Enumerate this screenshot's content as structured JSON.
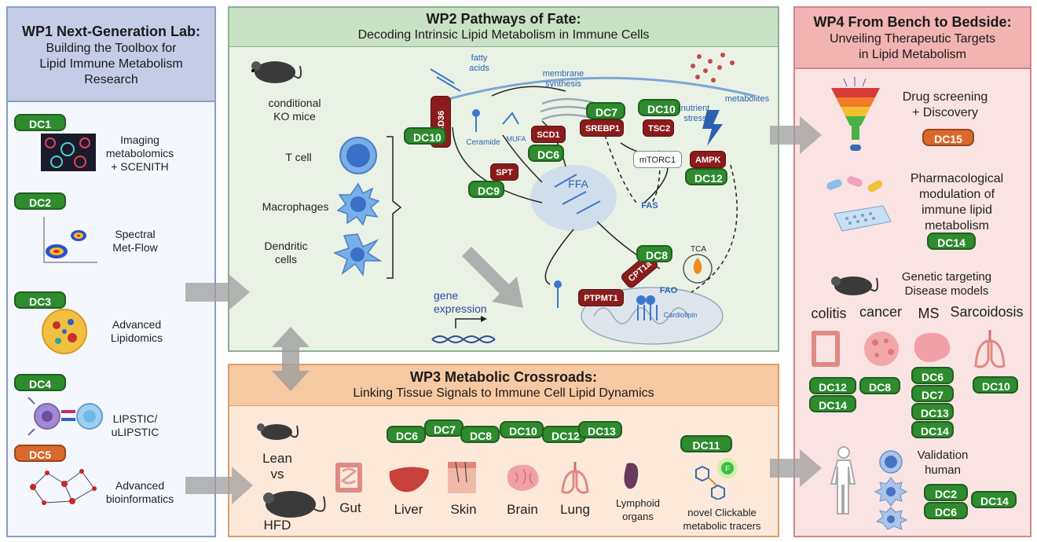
{
  "wp1": {
    "title": "WP1 Next-Generation Lab:",
    "subtitle_lines": [
      "Building the Toolbox for",
      "Lipid Immune Metabolism",
      "Research"
    ],
    "items": [
      {
        "badge": "DC1",
        "lines": [
          "Imaging",
          "metabolomics",
          "+ SCENITH"
        ]
      },
      {
        "badge": "DC2",
        "lines": [
          "Spectral",
          "Met-Flow"
        ]
      },
      {
        "badge": "DC3",
        "lines": [
          "Advanced",
          "Lipidomics"
        ]
      },
      {
        "badge": "DC4",
        "lines": [
          "LIPSTIC/",
          "uLIPSTIC"
        ]
      },
      {
        "badge": "DC5",
        "lines": [
          "Advanced",
          "bioinformatics"
        ]
      }
    ]
  },
  "wp2": {
    "title": "WP2 Pathways of Fate:",
    "subtitle": "Decoding Intrinsic Lipid Metabolism in Immune Cells",
    "mice_lines": [
      "conditional",
      "KO mice"
    ],
    "cells": [
      "T cell",
      "Macrophages",
      "Dendritic",
      "cells"
    ],
    "labels": {
      "fatty_acids": [
        "fatty",
        "acids"
      ],
      "membrane": [
        "membrane",
        "synthesis"
      ],
      "metabolites": "metabolites",
      "nutrient": [
        "nutrient",
        "stress"
      ],
      "ceramide": "Ceramide",
      "mufa": "MUFA",
      "ffa": "FFA",
      "fas": "FAS",
      "fao": "FAO",
      "tca": "TCA",
      "cardiolipin": "Cardiolipin",
      "gene": [
        "gene",
        "expression"
      ]
    },
    "enzymes": {
      "cd36": "CD36",
      "scd1": "SCD1",
      "srebp1": "SREBP1",
      "tsc2": "TSC2",
      "mtorc1": "mTORC1",
      "ampk": "AMPK",
      "spt": "SPT",
      "cpt1a": "CPT1a",
      "ptpmt1": "PTPMT1"
    },
    "badges": {
      "dc10a": "DC10",
      "dc7": "DC7",
      "dc6": "DC6",
      "dc10b": "DC10",
      "dc12": "DC12",
      "dc9": "DC9",
      "dc8": "DC8"
    }
  },
  "wp3": {
    "title": "WP3 Metabolic Crossroads:",
    "subtitle": "Linking Tissue Signals to Immune Cell Lipid Dynamics",
    "badges": [
      "DC6",
      "DC7",
      "DC8",
      "DC10",
      "DC12",
      "DC13"
    ],
    "dc11": "DC11",
    "lean": "Lean",
    "vs": "vs",
    "hfd": "HFD",
    "organs": [
      "Gut",
      "Liver",
      "Skin",
      "Brain",
      "Lung"
    ],
    "lymphoid": [
      "Lymphoid",
      "organs"
    ],
    "tracers": [
      "novel Clickable",
      "metabolic tracers"
    ],
    "f_label": "F"
  },
  "wp4": {
    "title": "WP4 From Bench to Bedside:",
    "subtitle_lines": [
      "Unveiling Therapeutic Targets",
      "in Lipid Metabolism"
    ],
    "drug": [
      "Drug screening",
      "+ Discovery"
    ],
    "dc15": "DC15",
    "pharma": [
      "Pharmacological",
      "modulation of",
      "immune lipid",
      "metabolism"
    ],
    "dc14a": "DC14",
    "genetic": [
      "Genetic targeting",
      "Disease models"
    ],
    "diseases": [
      "colitis",
      "cancer",
      "MS",
      "Sarcoidosis"
    ],
    "colitis_badges": [
      "DC12",
      "DC14"
    ],
    "cancer_badges": [
      "DC8"
    ],
    "ms_badges": [
      "DC6",
      "DC7",
      "DC13",
      "DC14"
    ],
    "sarc_badges": [
      "DC10"
    ],
    "validation": [
      "Validation",
      "human"
    ],
    "val_badges": [
      "DC2",
      "DC6",
      "DC14"
    ]
  },
  "colors": {
    "green": "#2e8b2e",
    "orange": "#d9682a",
    "enzyme": "#8b1c1c",
    "blue_text": "#2b62b0"
  }
}
